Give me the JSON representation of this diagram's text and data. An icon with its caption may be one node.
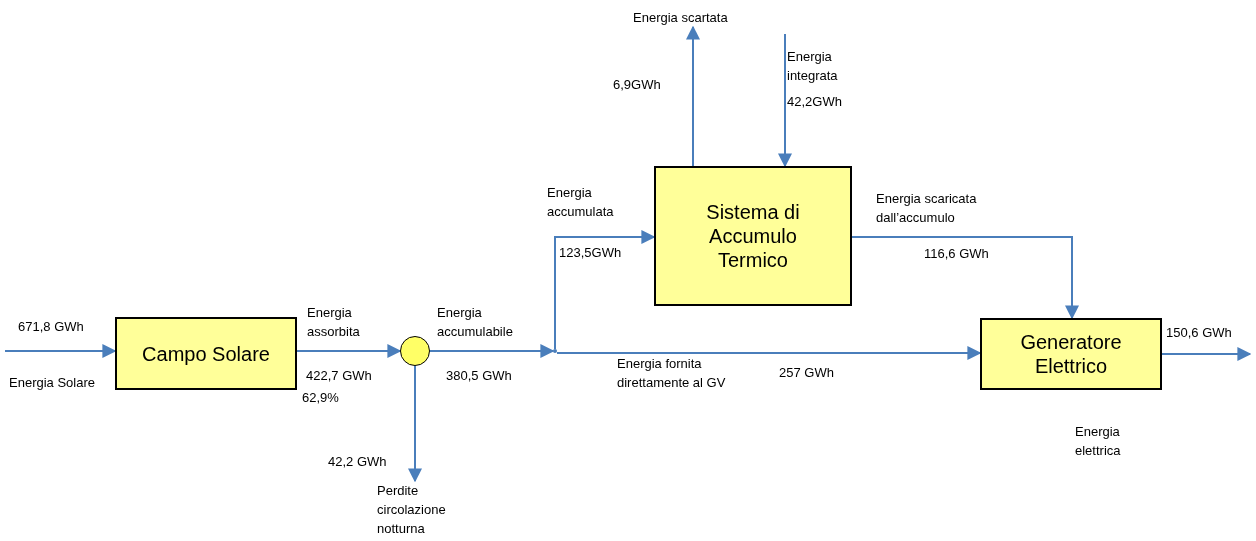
{
  "diagram": {
    "nodes": [
      {
        "text": [
          "Campo Solare"
        ]
      },
      {
        "text": [],
        "shape": "circle"
      },
      {
        "text": [
          "Sistema di Accumulo Termico"
        ]
      },
      {
        "text": [
          "Generatore Elettrico"
        ]
      },
      {
        "text": [],
        "shape": "point"
      },
      {
        "text": [
          "Energia scartata"
        ]
      },
      {
        "text": [
          "Perdite circolazione notturna"
        ]
      }
    ],
    "edges": [
      {
        "from": null,
        "to": 0,
        "arrow": "to"
      },
      {
        "from": 0,
        "to": 1,
        "arrow": "to"
      },
      {
        "from": 1,
        "to": 4,
        "arrow": "to"
      },
      {
        "from": 4,
        "to": 2,
        "arrow": "to"
      },
      {
        "from": 4,
        "to": 3,
        "arrow": "to"
      },
      {
        "from": 2,
        "to": 3,
        "arrow": "to"
      },
      {
        "from": 3,
        "to": null,
        "arrow": "to"
      },
      {
        "from": 1,
        "to": 6,
        "arrow": "to"
      },
      {
        "from": 2,
        "to": 5,
        "arrow": "to"
      },
      {
        "from": null,
        "to": 2,
        "arrow": "to"
      }
    ],
    "labels": [
      "Energia integrata",
      "6,9GWh",
      "42,2GWh",
      "Energia accumulata",
      "Energia scaricata dall’accumulo",
      "123,5GWh",
      "116,6 GWh",
      "671,8 GWh",
      "Energia assorbita",
      "Energia accumulabile",
      "150,6 GWh",
      "422,7 GWh",
      "380,5 GWh",
      "Energia fornita direttamente al GV",
      "257 GWh",
      "Energia Solare",
      "62,9%",
      "Energia elettrica",
      "42,2 GWh"
    ]
  }
}
